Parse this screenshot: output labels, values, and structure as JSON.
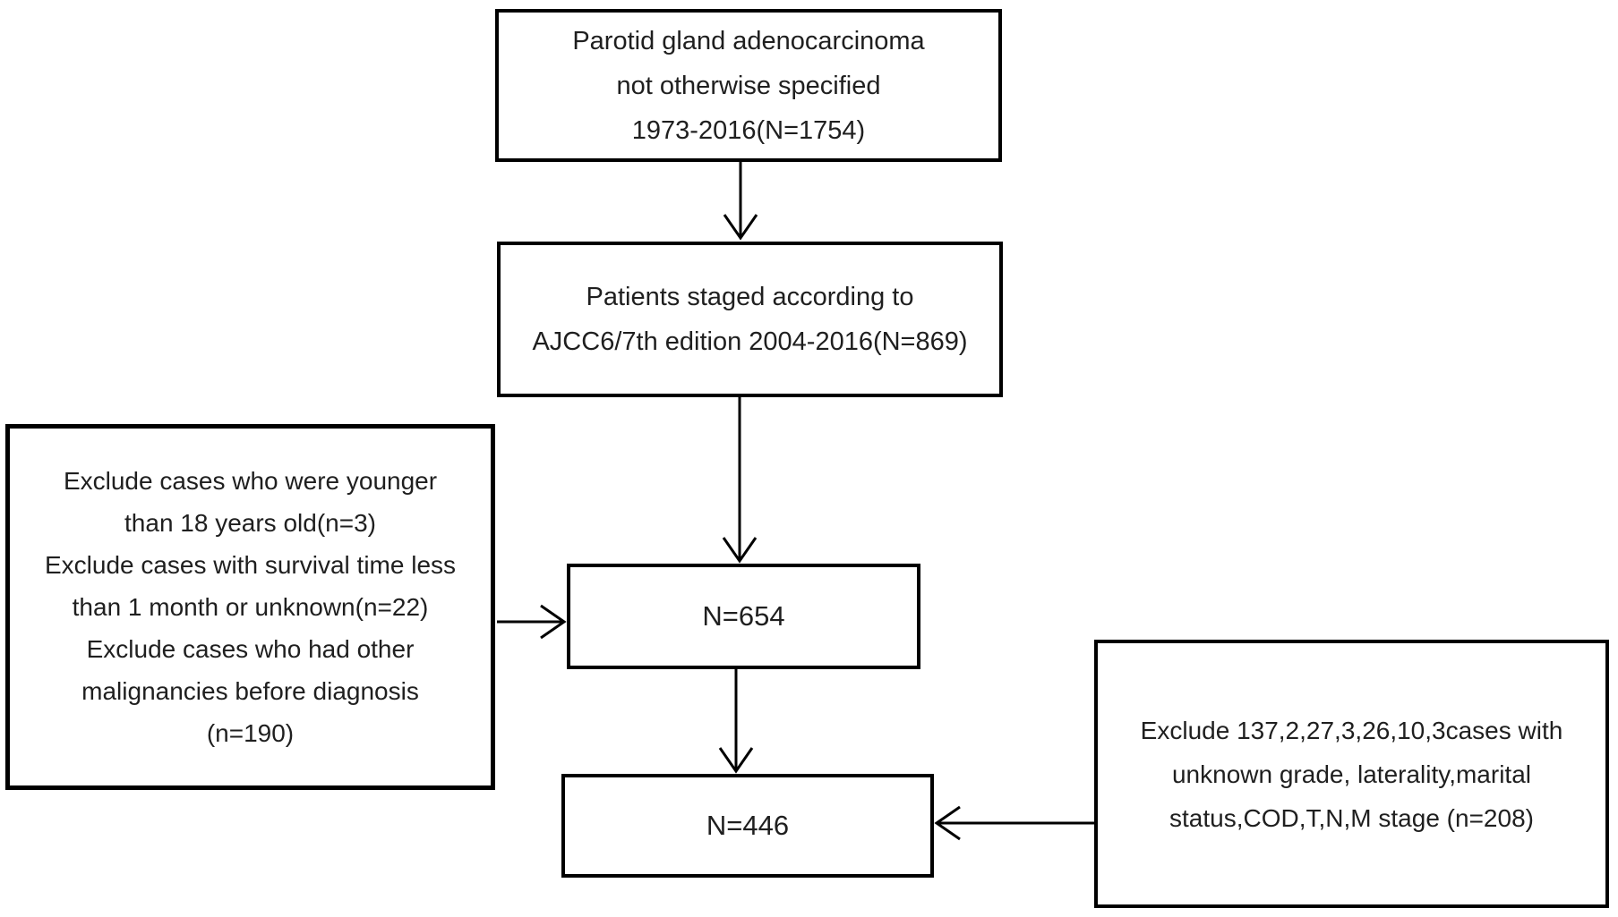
{
  "flowchart": {
    "boxes": {
      "initial_cohort": {
        "lines": [
          "Parotid gland adenocarcinoma",
          "not otherwise specified",
          "1973-2016(N=1754)"
        ]
      },
      "staged_cohort": {
        "lines": [
          "Patients staged according to",
          "AJCC6/7th edition 2004-2016(N=869)"
        ]
      },
      "exclusion_left": {
        "lines": [
          "Exclude cases who were younger",
          "than 18 years old(n=3)",
          "Exclude cases with survival time less",
          "than 1 month or unknown(n=22)",
          "Exclude cases who had other",
          "malignancies before diagnosis",
          "(n=190)"
        ]
      },
      "n654": {
        "label": "N=654"
      },
      "n446": {
        "label": "N=446"
      },
      "exclusion_right": {
        "lines": [
          "Exclude 137,2,27,3,26,10,3cases with",
          "unknown grade, laterality,marital",
          "status,COD,T,N,M stage (n=208)"
        ]
      }
    },
    "colors": {
      "line": "#000000",
      "text": "#1f1f1f",
      "background": "#ffffff"
    }
  }
}
